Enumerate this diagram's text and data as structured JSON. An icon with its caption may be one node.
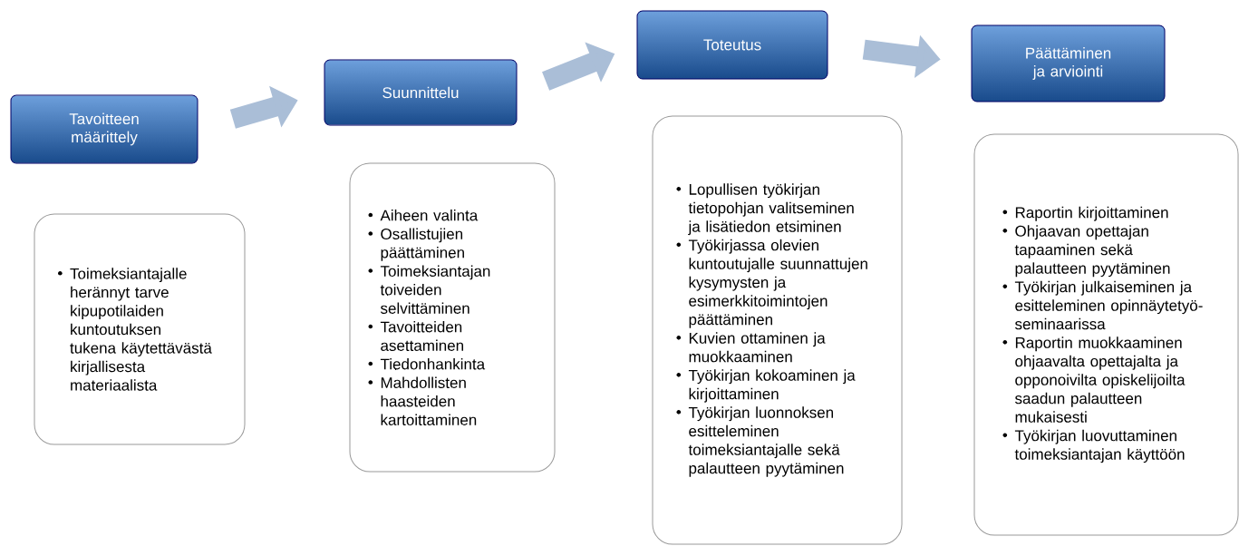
{
  "diagram": {
    "nodes": [
      {
        "text": [
          "Tavoitteen määrittely"
        ]
      },
      {
        "text": [
          "Toimeksiantajalle herännyt tarve kipupotilaiden kuntoutuksen tukena käytettävästä kirjallisesta materiaalista"
        ]
      },
      {
        "text": [
          "Suunnittelu"
        ]
      },
      {
        "text": [
          "Aiheen valinta",
          "Osallistujien päättäminen",
          "Toimeksiantajan toiveiden selvittäminen",
          "Tavoitteiden asettaminen",
          "Tiedonhankinta",
          "Mahdollisten haasteiden kartoittaminen"
        ]
      },
      {
        "text": [
          "Toteutus"
        ]
      },
      {
        "text": [
          "Lopullisen työkirjan tietopohjan valitseminen ja lisätiedon etsiminen",
          "Työkirjassa olevien kuntoutujalle suunnattujen kysymysten ja esimerkkitoimintojen päättäminen",
          "Kuvien ottaminen ja muokkaaminen",
          "Työkirjan kokoaminen ja kirjoittaminen",
          "Työkirjan luonnoksen esitteleminen toimeksiantajalle sekä palautteen pyytäminen"
        ]
      },
      {
        "text": [
          "Päättäminen ja arviointi"
        ]
      },
      {
        "text": [
          "Raportin kirjoittaminen",
          "Ohjaavan opettajan tapaaminen sekä palautteen pyytäminen",
          "Työkirjan julkaiseminen ja esitteleminen opinnäytetyö-seminaarissa",
          "Raportin muokkaaminen ohjaavalta opettajalta ja opponoivilta opiskelijoilta saadun palautteen mukaisesti",
          "Työkirjan luovuttaminen toimeksiantajan käyttöön"
        ]
      }
    ],
    "edges": [
      {
        "from": 0,
        "to": 2,
        "arrow": "to"
      },
      {
        "from": 2,
        "to": 4,
        "arrow": "to"
      },
      {
        "from": 4,
        "to": 6,
        "arrow": "to"
      }
    ]
  }
}
